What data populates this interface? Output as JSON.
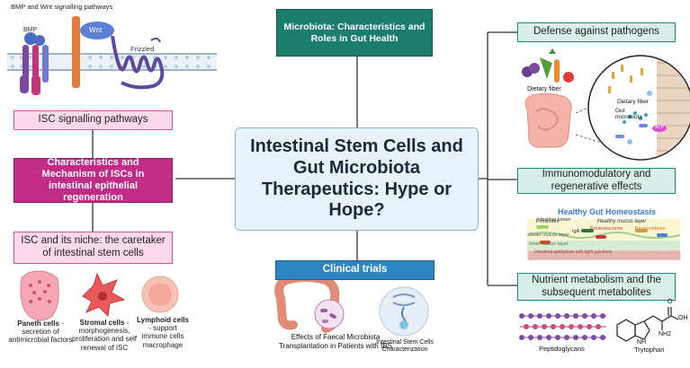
{
  "central_title": "Intestinal Stem Cells and Gut Microbiota Therapeutics: Hype or Hope?",
  "top_left": {
    "title": "BMP and Wnt signalling pathways",
    "bmp_label": "BMP",
    "wnt_label": "Wnt",
    "frizzled_label": "Frizzled"
  },
  "left": {
    "isc_signalling": "ISC signalling pathways",
    "characteristics": "Characteristics and Mechanism of ISCs in intestinal epithelial regeneration",
    "niche": "ISC and its niche: the caretaker of intestinal stem cells",
    "cells": [
      {
        "name": "Paneth cells",
        "desc": " - secretion of antimicrobial factors"
      },
      {
        "name": "Stromal cells",
        "desc": " - morphogenesis, proliferation and self renewal of ISC"
      },
      {
        "name": "Lymphoid cells",
        "desc": " - support immune cells macrophage"
      }
    ]
  },
  "center": {
    "microbiota_box": "Microbiota: Characteristics and Roles in Gut Health",
    "clinical_trials": "Clinical trials",
    "captions": {
      "faecal": "Effects of Faecal Microbiota Transplantation in Patients with IBS",
      "stem": "Intestinal Stem Cells Characterization"
    }
  },
  "right": {
    "defense": "Defense against pathogens",
    "dietary_fiber": "Dietary fiber",
    "zoom_dietary_fiber": "Dietary fiber",
    "gut_microbiota": "Gut microbiota",
    "atp": "ATP",
    "immuno": "Immunomodulatory and regenerative effects",
    "homeostasis": {
      "title": "Healthy Gut Homeostasis",
      "intestinal_lumen": "Intestinal lumen",
      "firmicutes": "Firmicutes",
      "healthy_mucus": "Healthy mucus layer",
      "proteobacteria": "Proteobacteria",
      "bacteroidetes": "Bacteroidetes",
      "iga": "IgA",
      "outer_mucus": "Outer mucus layer",
      "inner_mucus": "Inner mucus layer",
      "epithelium": "Intestinal epithelium with tight junctions"
    },
    "nutrient": "Nutrient metabolism and the subsequent metabolites",
    "peptidoglycans": "Peptidoglycans",
    "tryptophan": "Trytophan",
    "chem": {
      "oh": "OH",
      "nh": "NH",
      "nh2": "NH2",
      "o": "O"
    }
  },
  "colors": {
    "pink": "#c02c86",
    "teal": "#1b7d6b",
    "blue": "#2d86c1",
    "central_bg": "#e8f2fb"
  }
}
